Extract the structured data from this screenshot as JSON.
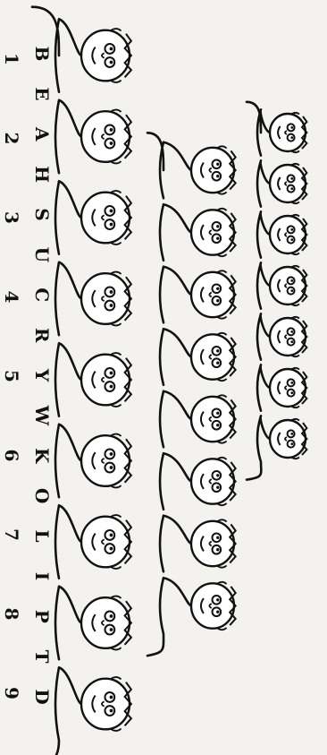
{
  "puzzle": {
    "letter_tiles": [
      "B",
      "E",
      "A",
      "H",
      "S",
      "U",
      "C",
      "R",
      "Y",
      "W",
      "K",
      "O",
      "L",
      "I",
      "P",
      "T",
      "D"
    ],
    "numbers": [
      "1",
      "2",
      "3",
      "4",
      "5",
      "6",
      "7",
      "8",
      "9"
    ],
    "rows": [
      {
        "name": "row-large",
        "face_count": 9
      },
      {
        "name": "row-middle",
        "face_count": 8
      },
      {
        "name": "row-small",
        "face_count": 7
      }
    ]
  }
}
